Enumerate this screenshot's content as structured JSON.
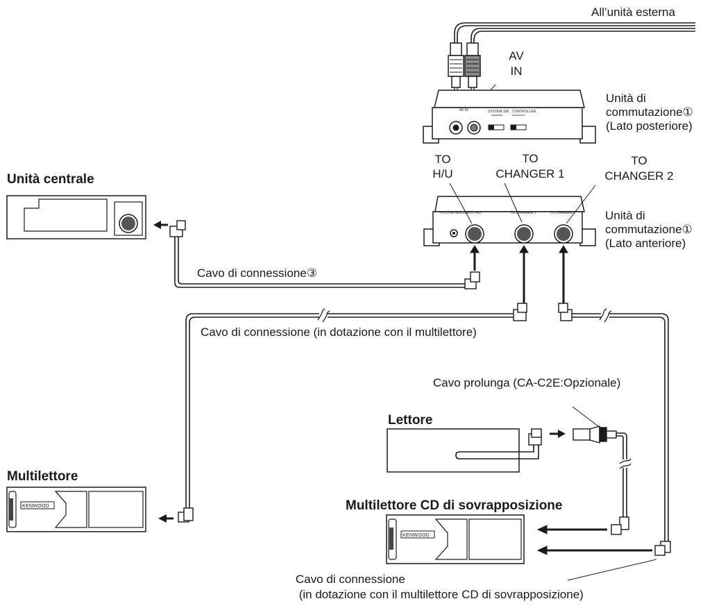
{
  "labels": {
    "external_unit": "All’unità esterna",
    "av_in": [
      "AV",
      "IN"
    ],
    "switch_unit_rear": [
      "Unità di",
      "commutazione①",
      "(Lato posteriore)"
    ],
    "switch_unit_front": [
      "Unità di",
      "commutazione①",
      "(Lato anteriore)"
    ],
    "to_hu": [
      "TO",
      "H/U"
    ],
    "to_changer1": [
      "TO",
      "CHANGER 1"
    ],
    "to_changer2": [
      "TO",
      "CHANGER 2"
    ],
    "head_unit": "Unità centrale",
    "cable3": "Cavo di connessione③",
    "cable_multi": "Cavo di connessione (in dotazione con il multilettore)",
    "extension_cable": "Cavo prolunga (CA-C2E:Opzionale)",
    "player": "Lettore",
    "changer": "Multilettore",
    "stack_changer": "Multilettore CD di sovrapposizione",
    "cable_stack": [
      "Cavo di connessione",
      " (in dotazione con il multilettore CD di sovrapposizione)"
    ],
    "brand": "KENWOOD"
  },
  "panel_marks": {
    "rear": [
      "AV IN",
      "SYSTEM SW",
      "AV",
      "SW",
      "CONTROLLER"
    ],
    "front": [
      "TO CONTROLLER",
      "TO H/U",
      "TO CHANGER 1",
      "TO CHANGER 2"
    ]
  }
}
